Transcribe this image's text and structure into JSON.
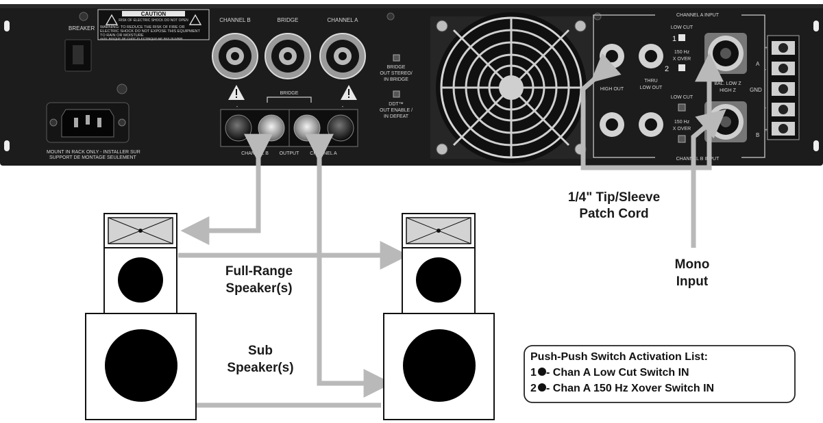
{
  "amplifier": {
    "breaker_label": "BREAKER",
    "caution_title": "CAUTION",
    "caution_sub": "RISK OF ELECTRIC SHOCK DO NOT OPEN",
    "warning_line1": "WARNING: TO REDUCE THE RISK OF FIRE OR",
    "warning_line2": "ELECTRIC SHOCK DO NOT EXPOSE THIS EQUIPMENT",
    "warning_line3": "TO RAIN OR MOISTURE",
    "avis_line": "AVIS: RISQUE DE CHOC ELECTRIQUE-NE PAS OUVRIR",
    "channel_b": "CHANNEL B",
    "bridge": "BRIDGE",
    "channel_a": "CHANNEL A",
    "bridge_switch_l1": "BRIDGE",
    "bridge_switch_l2": "OUT STEREO/",
    "bridge_switch_l3": "IN BRIDGE",
    "ddt_l1": "DDT™",
    "ddt_l2": "OUT ENABLE /",
    "ddt_l3": "IN DEFEAT",
    "mount_l1": "MOUNT IN RACK ONLY - INSTALLER SUR",
    "mount_l2": "SUPPORT DE MONTAGE SEULEMENT",
    "output_label": "OUTPUT",
    "bridge_small": "BRIDGE",
    "chan_b_small": "CHANNEL B",
    "chan_a_small": "CHANNEL A",
    "channel_a_input": "CHANNEL A INPUT",
    "channel_b_input": "CHANNEL B INPUT",
    "low_cut": "LOW CUT",
    "hz150_l1": "150 Hz",
    "hz150_l2": "X OVER",
    "num1": "1",
    "num2": "2",
    "thru_l1": "THRU",
    "thru_l2": "LOW OUT",
    "high_out": "HIGH OUT",
    "bal_l1": "BAL. LOW Z",
    "bal_l2": "HIGH Z",
    "gnd": "GND",
    "a": "A",
    "b": "B",
    "minus": "-",
    "plus": "+"
  },
  "callouts": {
    "patch_cord_l1": "1/4\" Tip/Sleeve",
    "patch_cord_l2": "Patch Cord",
    "mono_l1": "Mono",
    "mono_l2": "Input",
    "full_range_l1": "Full-Range",
    "full_range_l2": "Speaker(s)",
    "sub_l1": "Sub",
    "sub_l2": "Speaker(s)"
  },
  "legend": {
    "title": "Push-Push Switch Activation List:",
    "item1_num": "1",
    "item1_text": " - Chan A Low Cut Switch IN",
    "item2_num": "2",
    "item2_text": " - Chan A 150 Hz Xover Switch IN"
  },
  "colors": {
    "panel": "#1c1c1c",
    "arrow": "#b9b9b9",
    "outline": "#111111"
  }
}
